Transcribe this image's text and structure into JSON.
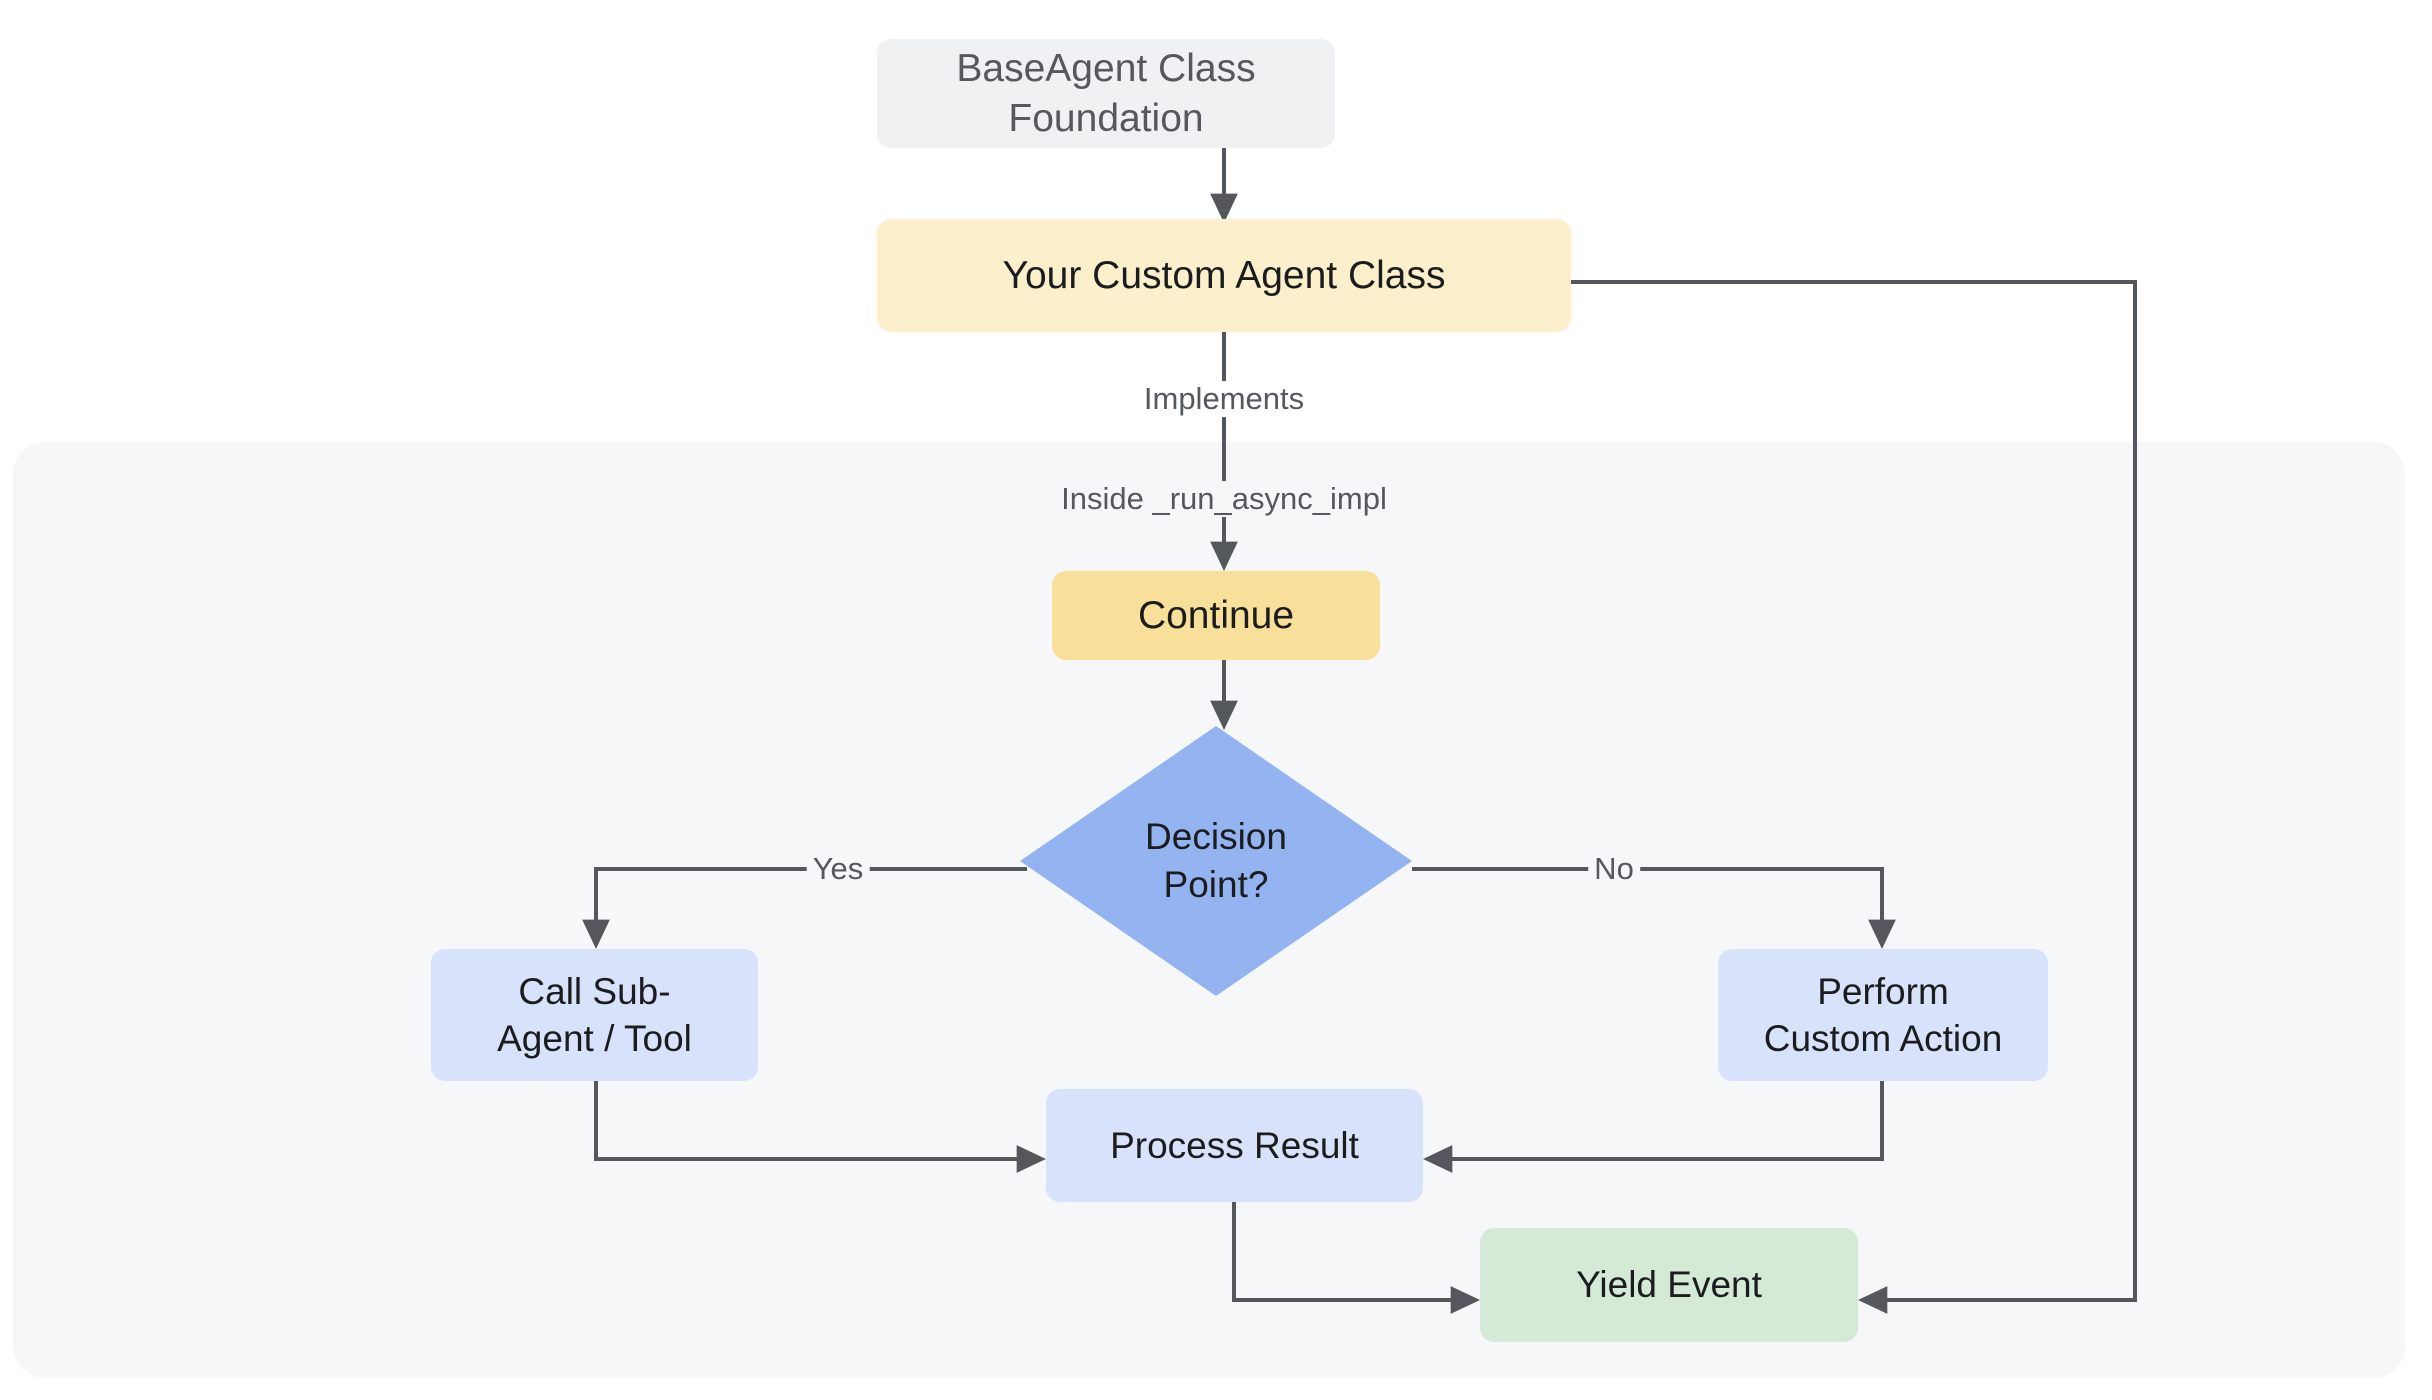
{
  "diagram": {
    "title": "BaseAgent custom agent execution flow",
    "background": "#ffffff",
    "subgraph": {
      "name": "run-async-impl-subgraph",
      "fill": "#f6f7f9"
    },
    "colors": {
      "base_node": "#eff1f3",
      "custom_agent_node": "#fbf0cb",
      "continue_node": "#f9e09a",
      "decision_node": "#93b4f0",
      "process_node": "#d8e3fb",
      "yield_node": "#d4e9d6",
      "edge": "#54575c",
      "muted_text": "#55585c",
      "node_text": "#1b1c1e"
    },
    "nodes": {
      "base_agent": "BaseAgent Class Foundation",
      "custom_agent": "Your Custom Agent Class",
      "continue_step": "Continue",
      "decision": "Decision\nPoint?",
      "call_sub_agent": "Call Sub-\nAgent / Tool",
      "perform_custom_action": "Perform\nCustom Action",
      "process_result": "Process Result",
      "yield_event": "Yield Event"
    },
    "edge_labels": {
      "implements": "Implements",
      "inside_run_async_impl": "Inside _run_async_impl",
      "yes": "Yes",
      "no": "No"
    }
  }
}
